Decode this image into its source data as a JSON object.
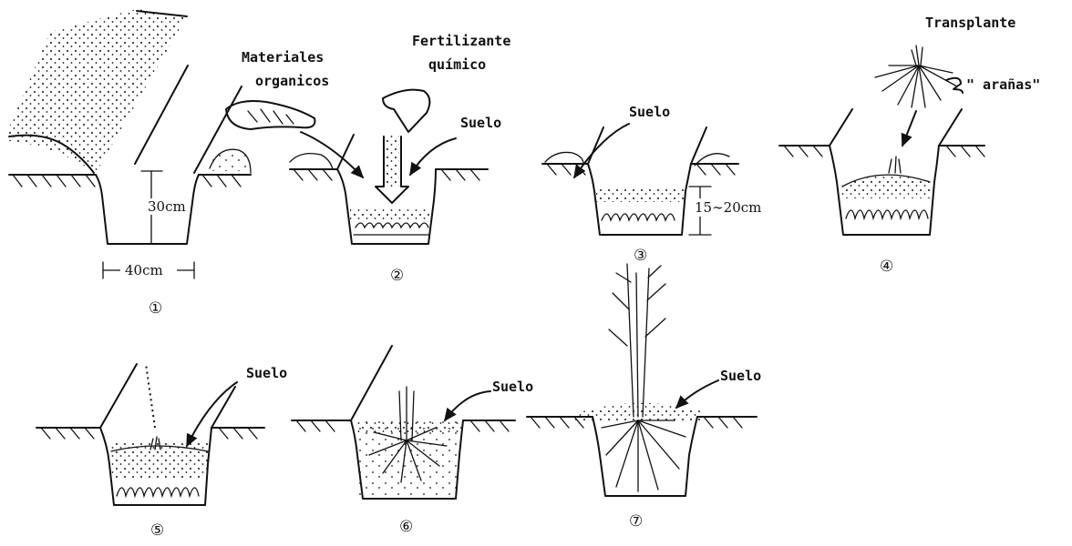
{
  "labels": {
    "materiales": "Materiales",
    "organicos": "organicos",
    "fertilizante": "Fertilizante",
    "quimico": "químico",
    "transplante": "Transplante",
    "aranas": "\" arañas\"",
    "suelo": "Suelo"
  },
  "dimensions": {
    "depth": "30cm",
    "width": "40cm",
    "layer": "15∼20cm"
  },
  "steps": [
    "①",
    "②",
    "③",
    "④",
    "⑤",
    "⑥",
    "⑦"
  ]
}
